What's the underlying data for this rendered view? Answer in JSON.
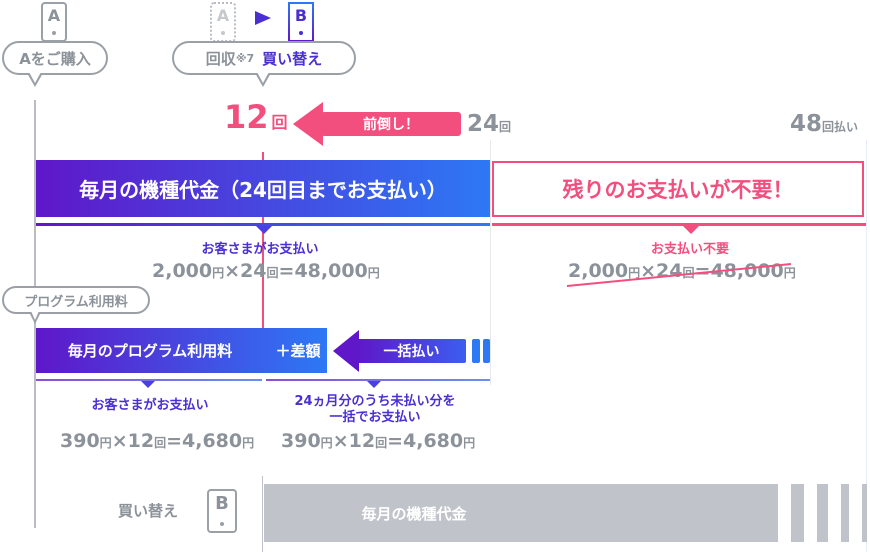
{
  "top": {
    "phone_a_label": "A",
    "purchase_bubble": "Aをご購入",
    "recycled_phone_label": "A",
    "new_phone_label": "B",
    "collect_label": "回収",
    "collect_note": "※7",
    "replace_label": "買い替え"
  },
  "timeline": {
    "count_12": "12",
    "count_12_unit": "回",
    "advance_label": "前倒し！",
    "count_24": "24",
    "count_24_unit": "回",
    "count_48": "48",
    "count_48_unit": "回払い"
  },
  "device_payment": {
    "bar_label": "毎月の機種代金（24回目までお支払い）",
    "customer_pays": "お客さまがお支払い",
    "calc": {
      "price": "2,000",
      "yen": "円",
      "times": "×",
      "count": "24",
      "count_unit": "回",
      "eq": "=",
      "total": "48,000",
      "total_unit": "円"
    },
    "no_payment_box": "残りのお支払いが不要！",
    "no_payment_label": "お支払い不要",
    "struck_calc": {
      "price": "2,000",
      "yen": "円",
      "times": "×",
      "count": "24",
      "count_unit": "回",
      "eq": "=",
      "total": "48,000",
      "total_unit": "円"
    }
  },
  "program_fee": {
    "bubble": "プログラム利用料",
    "bar_label": "毎月のプログラム利用料",
    "diff_label": "＋差額",
    "lump_sum_label": "一括払い",
    "customer_pays": "お客さまがお支払い",
    "calc_left": {
      "price": "390",
      "yen": "円",
      "times": "×",
      "count": "12",
      "count_unit": "回",
      "eq": "=",
      "total": "4,680",
      "total_unit": "円"
    },
    "remaining_line1": "24ヵ月分のうち未払い分を",
    "remaining_line2": "一括でお支払い",
    "calc_right": {
      "price": "390",
      "yen": "円",
      "times": "×",
      "count": "12",
      "count_unit": "回",
      "eq": "=",
      "total": "4,680",
      "total_unit": "円"
    }
  },
  "replacement": {
    "label": "買い替え",
    "phone_label": "B",
    "bar_label": "毎月の機種代金"
  },
  "colors": {
    "pink": "#f24f7f",
    "purple": "#5f17c9",
    "blue": "#2d78f5",
    "gray": "#8c9299",
    "bar_gray": "#c0c4ca"
  }
}
